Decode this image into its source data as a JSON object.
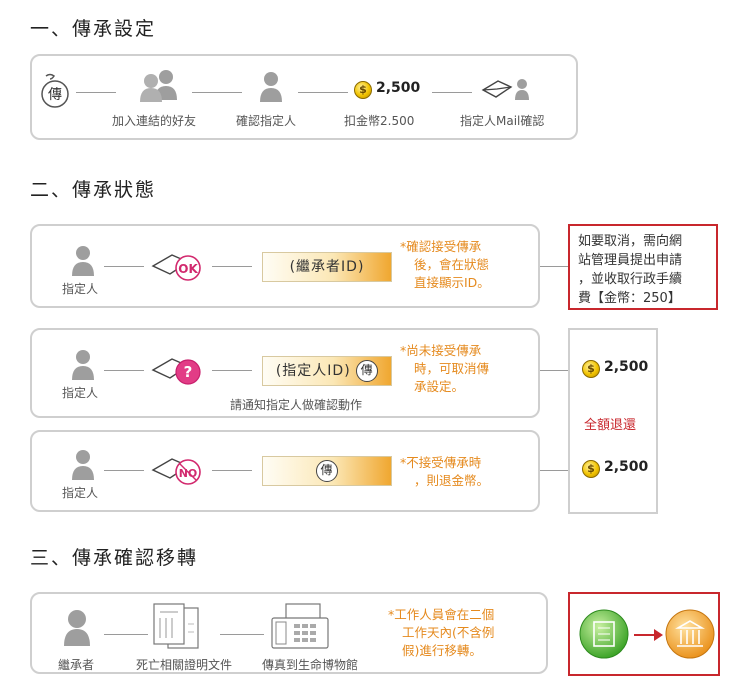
{
  "section1": {
    "title": "一、傳承設定",
    "steps": [
      "加入連結的好友",
      "確認指定人",
      "扣金幣2.500",
      "指定人Mail確認"
    ],
    "coin_amount": "2,500",
    "seal_char": "傳"
  },
  "section2": {
    "title": "二、傳承狀態",
    "row1": {
      "person": "指定人",
      "badge": "OK",
      "bar_text": "(繼承者ID)",
      "note": [
        "*確認接受傳承",
        "後，會在狀態",
        "直接顯示ID。"
      ]
    },
    "row2": {
      "person": "指定人",
      "badge": "?",
      "bar_text": "(指定人ID)",
      "seal_char": "傳",
      "subtext": "請通知指定人做確認動作",
      "note": [
        "*尚未接受傳承",
        "時，可取消傳",
        "承設定。"
      ]
    },
    "row3": {
      "person": "指定人",
      "badge": "NO",
      "seal_char": "傳",
      "note": [
        "*不接受傳承時",
        "，則退金幣。"
      ]
    },
    "cancel_note": [
      "如要取消，需向網",
      "站管理員提出申請",
      "，並收取行政手續",
      "費【金幣：250】"
    ],
    "refund": {
      "amount_top": "2,500",
      "label": "全額退還",
      "amount_bottom": "2,500"
    }
  },
  "section3": {
    "title": "三、傳承確認移轉",
    "steps": [
      "繼承者",
      "死亡相關證明文件",
      "傳真到生命博物館"
    ],
    "note": [
      "*工作人員會在二個",
      "工作天內(不含例",
      "假)進行移轉。"
    ]
  },
  "colors": {
    "accent": "#e58a1e",
    "red": "#c8272d",
    "green": "#5bbf3a",
    "orange": "#f2a23a"
  }
}
